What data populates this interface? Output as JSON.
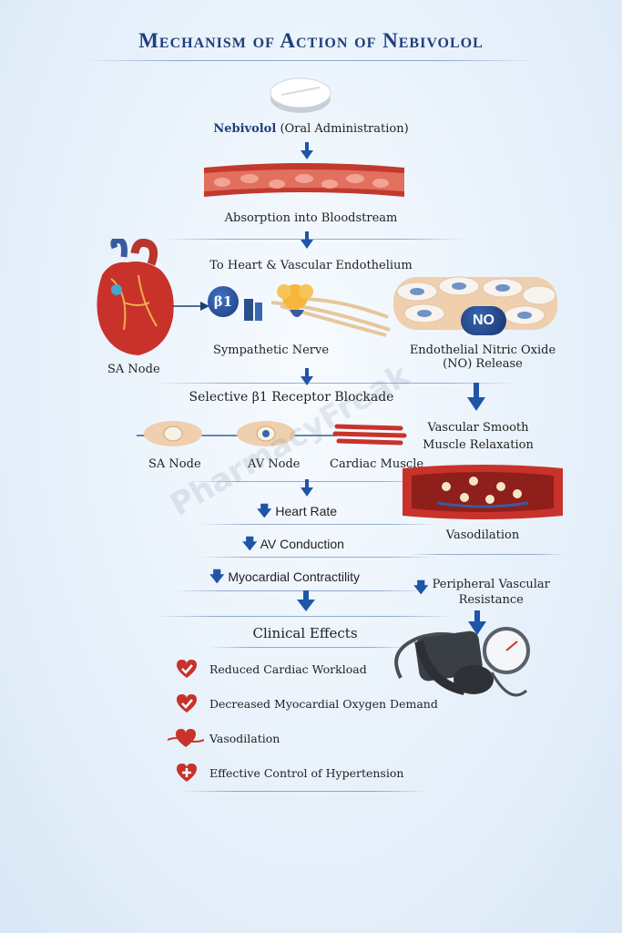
{
  "title": "Mechanism of Action of Nebivolol",
  "steps": {
    "drug_name": "Nebivolol",
    "drug_route": "(Oral Administration)",
    "absorption": "Absorption into Bloodstream",
    "to_heart": "To Heart & Vascular Endothelium"
  },
  "middle": {
    "sa_node_heart": "SA Node",
    "beta1_badge": "β1",
    "sympathetic_nerve": "Sympathetic Nerve",
    "no_badge": "NO",
    "endothelial_no_line1": "Endothelial Nitric Oxide",
    "endothelial_no_line2": "(NO) Release"
  },
  "left_branch": {
    "blockade": "Selective β1 Receptor Blockade",
    "sa_node": "SA Node",
    "av_node": "AV Node",
    "cardiac_muscle": "Cardiac Muscle",
    "heart_rate": "Heart Rate",
    "av_conduction": "AV Conduction",
    "myocardial_contractility": "Myocardial Contractility"
  },
  "right_branch": {
    "relaxation_line1": "Vascular Smooth",
    "relaxation_line2": "Muscle Relaxation",
    "vasodilation": "Vasodilation",
    "pvr_line1": "Peripheral Vascular",
    "pvr_line2": "Resistance"
  },
  "clinical": {
    "heading": "Clinical Effects",
    "items": [
      "Reduced Cardiac Workload",
      "Decreased Myocardial Oxygen Demand",
      "Vasodilation",
      "Effective Control of Hypertension"
    ]
  },
  "watermark": "PharmacyFreak",
  "colors": {
    "accent": "#1f55a8",
    "title": "#1f3f7a",
    "heart": "#c8322b",
    "vessel": "#b83a2c"
  }
}
